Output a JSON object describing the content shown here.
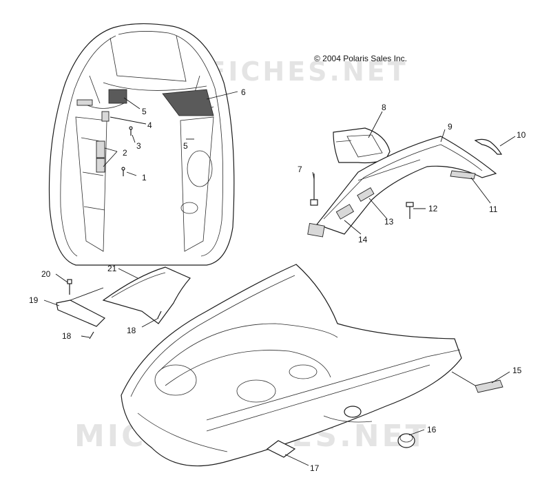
{
  "copyright": "© 2004 Polaris Sales Inc.",
  "watermark": "MICROFICHES.NET",
  "callouts": [
    {
      "id": "1",
      "label": "1"
    },
    {
      "id": "2",
      "label": "2"
    },
    {
      "id": "3",
      "label": "3"
    },
    {
      "id": "4",
      "label": "4"
    },
    {
      "id": "5",
      "label": "5"
    },
    {
      "id": "6",
      "label": "6"
    },
    {
      "id": "7",
      "label": "7"
    },
    {
      "id": "8",
      "label": "8"
    },
    {
      "id": "9",
      "label": "9"
    },
    {
      "id": "10",
      "label": "10"
    },
    {
      "id": "11",
      "label": "11"
    },
    {
      "id": "12",
      "label": "12"
    },
    {
      "id": "13",
      "label": "13"
    },
    {
      "id": "14",
      "label": "14"
    },
    {
      "id": "15",
      "label": "15"
    },
    {
      "id": "16",
      "label": "16"
    },
    {
      "id": "17",
      "label": "17"
    },
    {
      "id": "18a",
      "label": "18"
    },
    {
      "id": "18b",
      "label": "18"
    },
    {
      "id": "19",
      "label": "19"
    },
    {
      "id": "20",
      "label": "20"
    },
    {
      "id": "21",
      "label": "21"
    },
    {
      "id": "5b",
      "label": "5"
    }
  ]
}
